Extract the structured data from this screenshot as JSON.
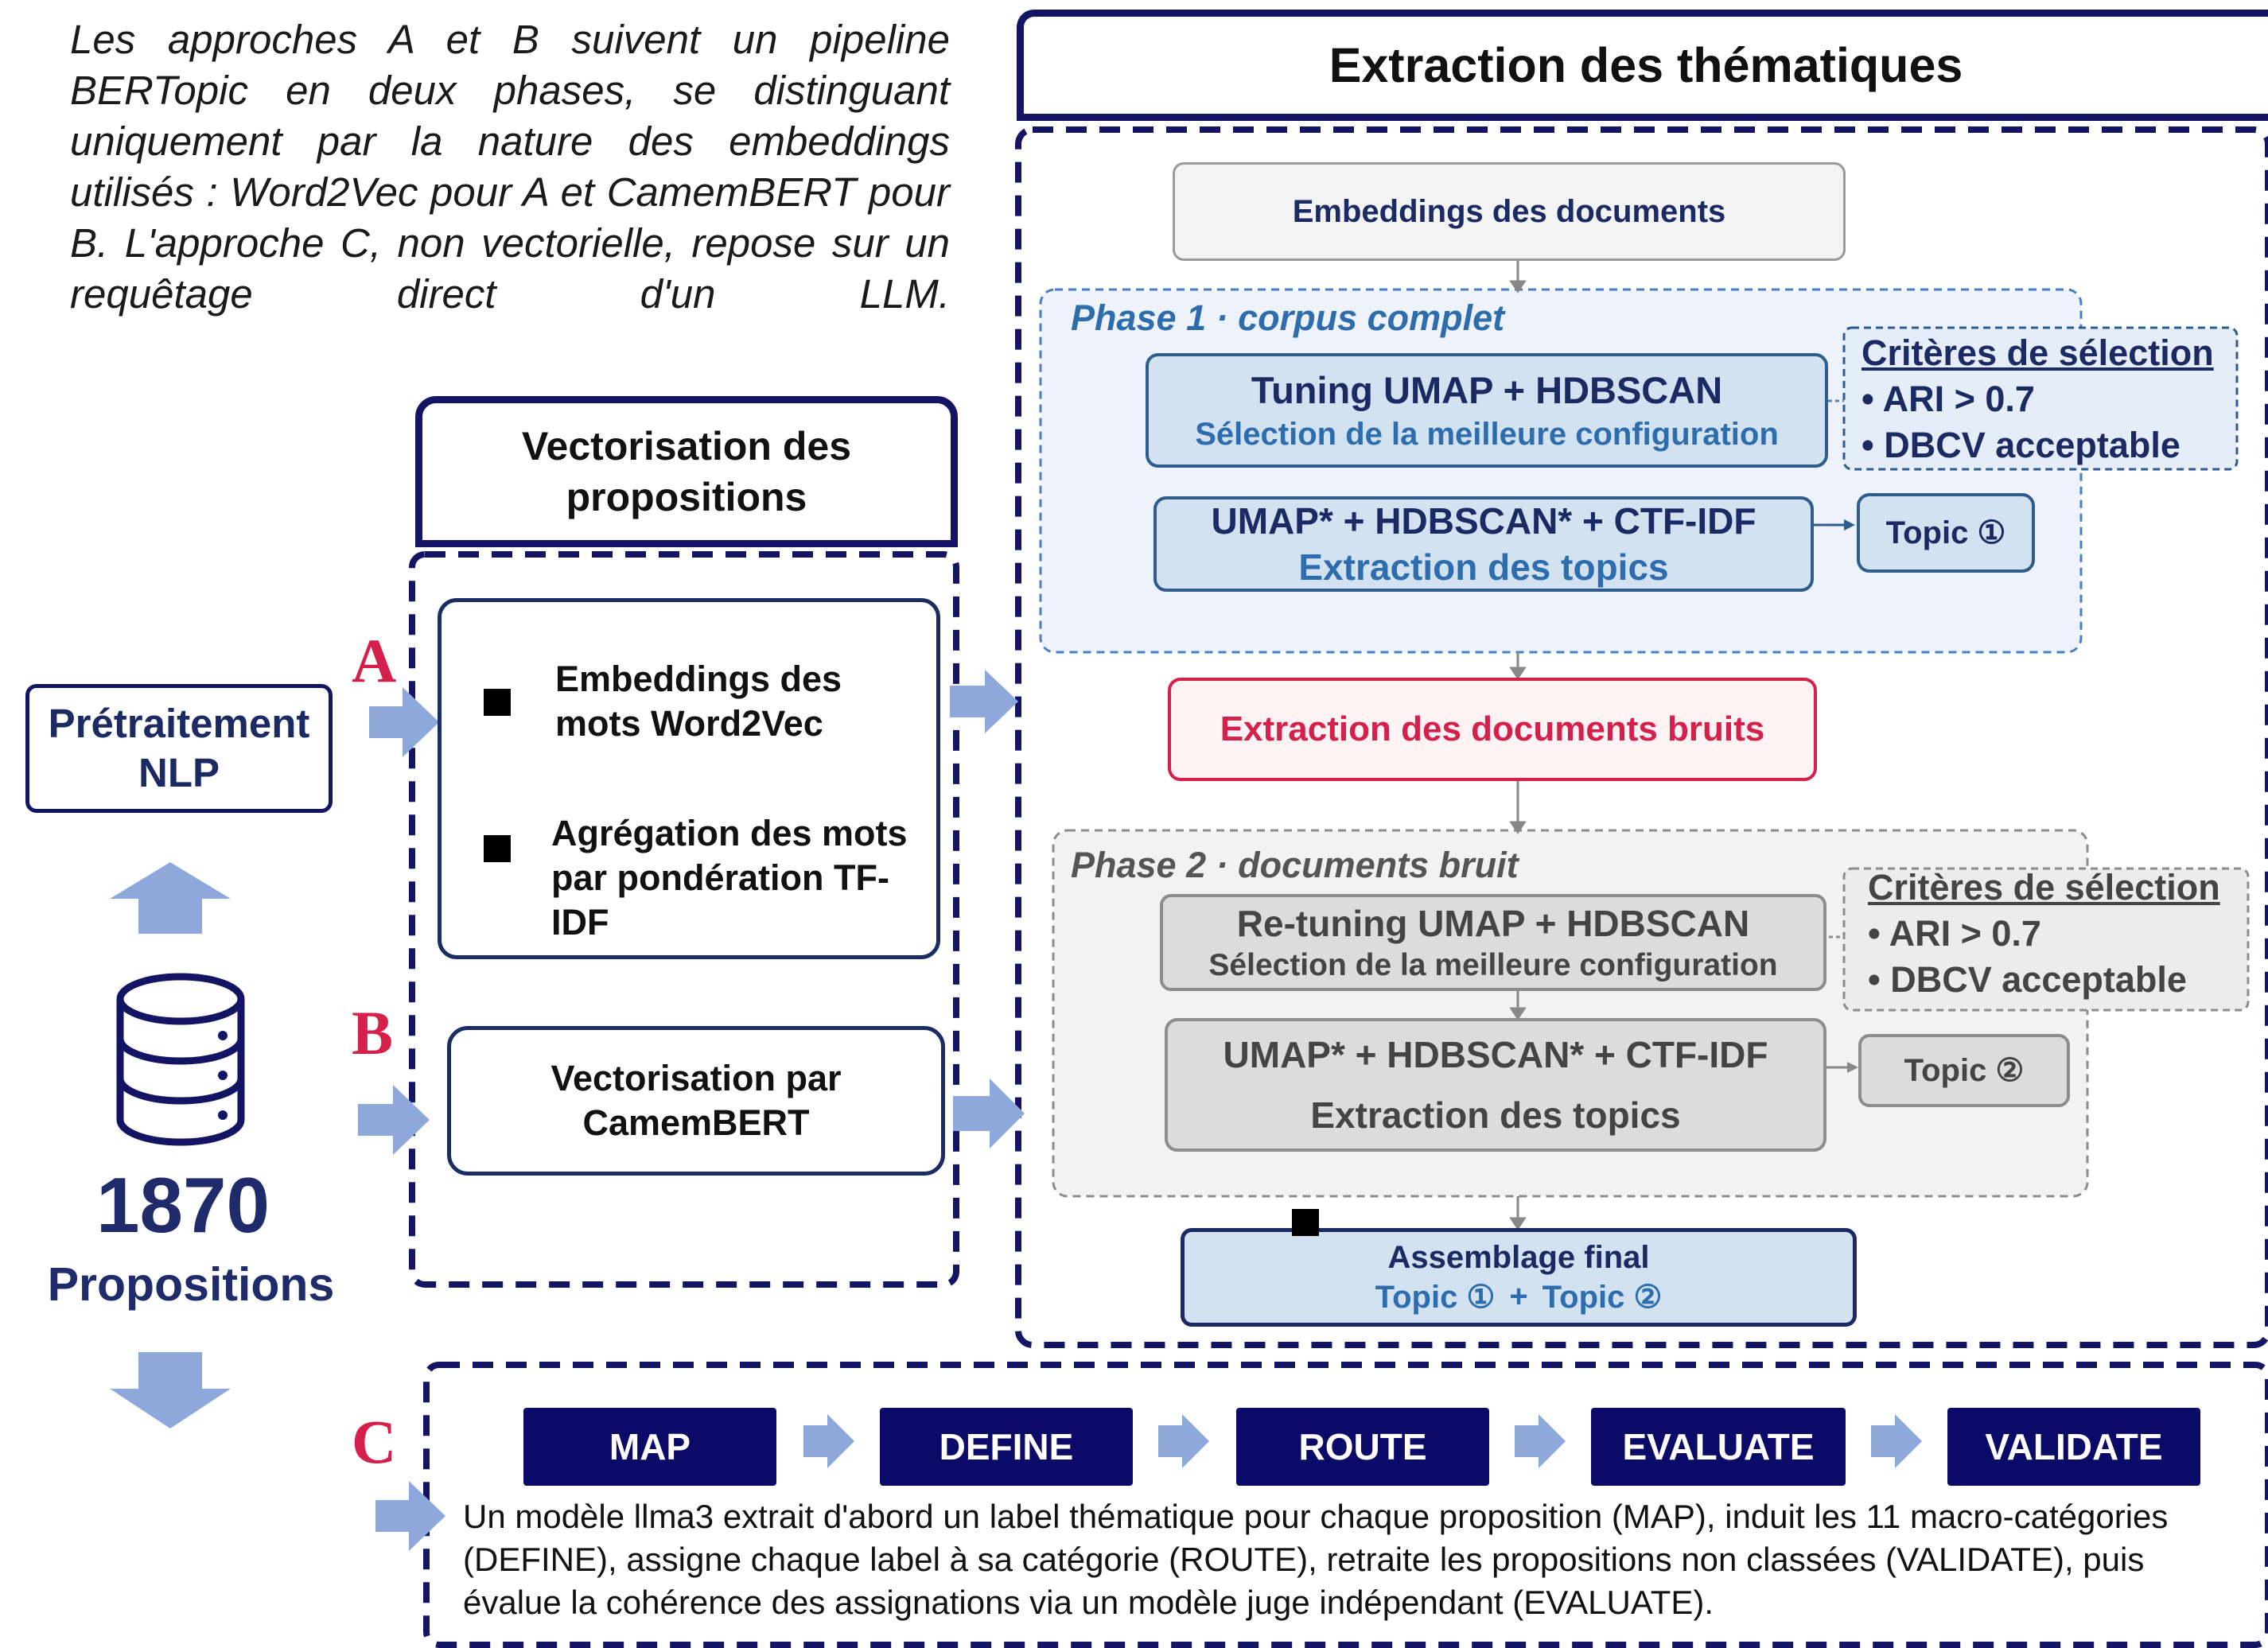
{
  "intro": {
    "text": "Les approches A et B suivent un pipeline BERTopic en deux phases, se distinguant uniquement par la nature des embeddings utilisés : Word2Vec pour A et CamemBERT pour B. L'approche C, non vectorielle, repose sur un requêtage direct d'un LLM."
  },
  "left": {
    "preprocess": "Prétraitement NLP",
    "count": "1870",
    "count_label": "Propositions",
    "database_icon": "database-icon"
  },
  "letters": {
    "a": "A",
    "b": "B",
    "c": "C"
  },
  "vectorisation": {
    "title": "Vectorisation des propositions",
    "a_items": [
      "Embeddings des mots Word2Vec",
      "Agrégation des mots par pondération TF-IDF"
    ],
    "b_text": "Vectorisation par CamemBERT"
  },
  "extraction": {
    "title": "Extraction des thématiques",
    "embeddings": "Embeddings des documents",
    "phase1": {
      "label": "Phase 1 · corpus complet",
      "tuning_title": "Tuning UMAP + HDBSCAN",
      "tuning_sub": "Sélection de la meilleure configuration",
      "umap_title": "UMAP* + HDBSCAN* + CTF-IDF",
      "umap_sub": "Extraction des topics",
      "topic": "Topic ①",
      "criteria_title": "Critères de sélection",
      "criteria": [
        "• ARI > 0.7",
        "• DBCV acceptable"
      ]
    },
    "noise": "Extraction des documents bruits",
    "phase2": {
      "label": "Phase 2 · documents bruit",
      "tuning_title": "Re-tuning UMAP + HDBSCAN",
      "tuning_sub": "Sélection de la meilleure configuration",
      "umap_title": "UMAP* + HDBSCAN* + CTF-IDF",
      "umap_sub": "Extraction des topics",
      "topic": "Topic ②",
      "criteria_title": "Critères de sélection",
      "criteria": [
        "• ARI > 0.7",
        "• DBCV acceptable"
      ]
    },
    "final": {
      "title": "Assemblage final",
      "topic1": "Topic ①",
      "plus": "+",
      "topic2": "Topic ②"
    }
  },
  "approach_c": {
    "steps": [
      "MAP",
      "DEFINE",
      "ROUTE",
      "EVALUATE",
      "VALIDATE"
    ],
    "description": "Un modèle llma3 extrait d'abord un label thématique pour chaque proposition (MAP), induit les 11 macro-catégories (DEFINE), assigne chaque label à sa catégorie (ROUTE), retraite les propositions non classées (VALIDATE), puis évalue la cohérence des assignations via un modèle juge indépendant (EVALUATE)."
  },
  "colors": {
    "navy": "#131564",
    "text_navy": "#1b2a63",
    "arrow": "#8ea8dc",
    "phase1_bg": "#eef3fb",
    "phase1_border": "#4a7fc1",
    "box_blue": "#d3e2f1",
    "box_blue_border": "#2e5c8f",
    "noise_red": "#d4204a",
    "phase2_bg": "#f2f2f2",
    "phase2_border": "#8c8c8c",
    "box_gray": "#dcdcdc",
    "letter_red": "#d4204a",
    "step_bg": "#0b0a68"
  }
}
